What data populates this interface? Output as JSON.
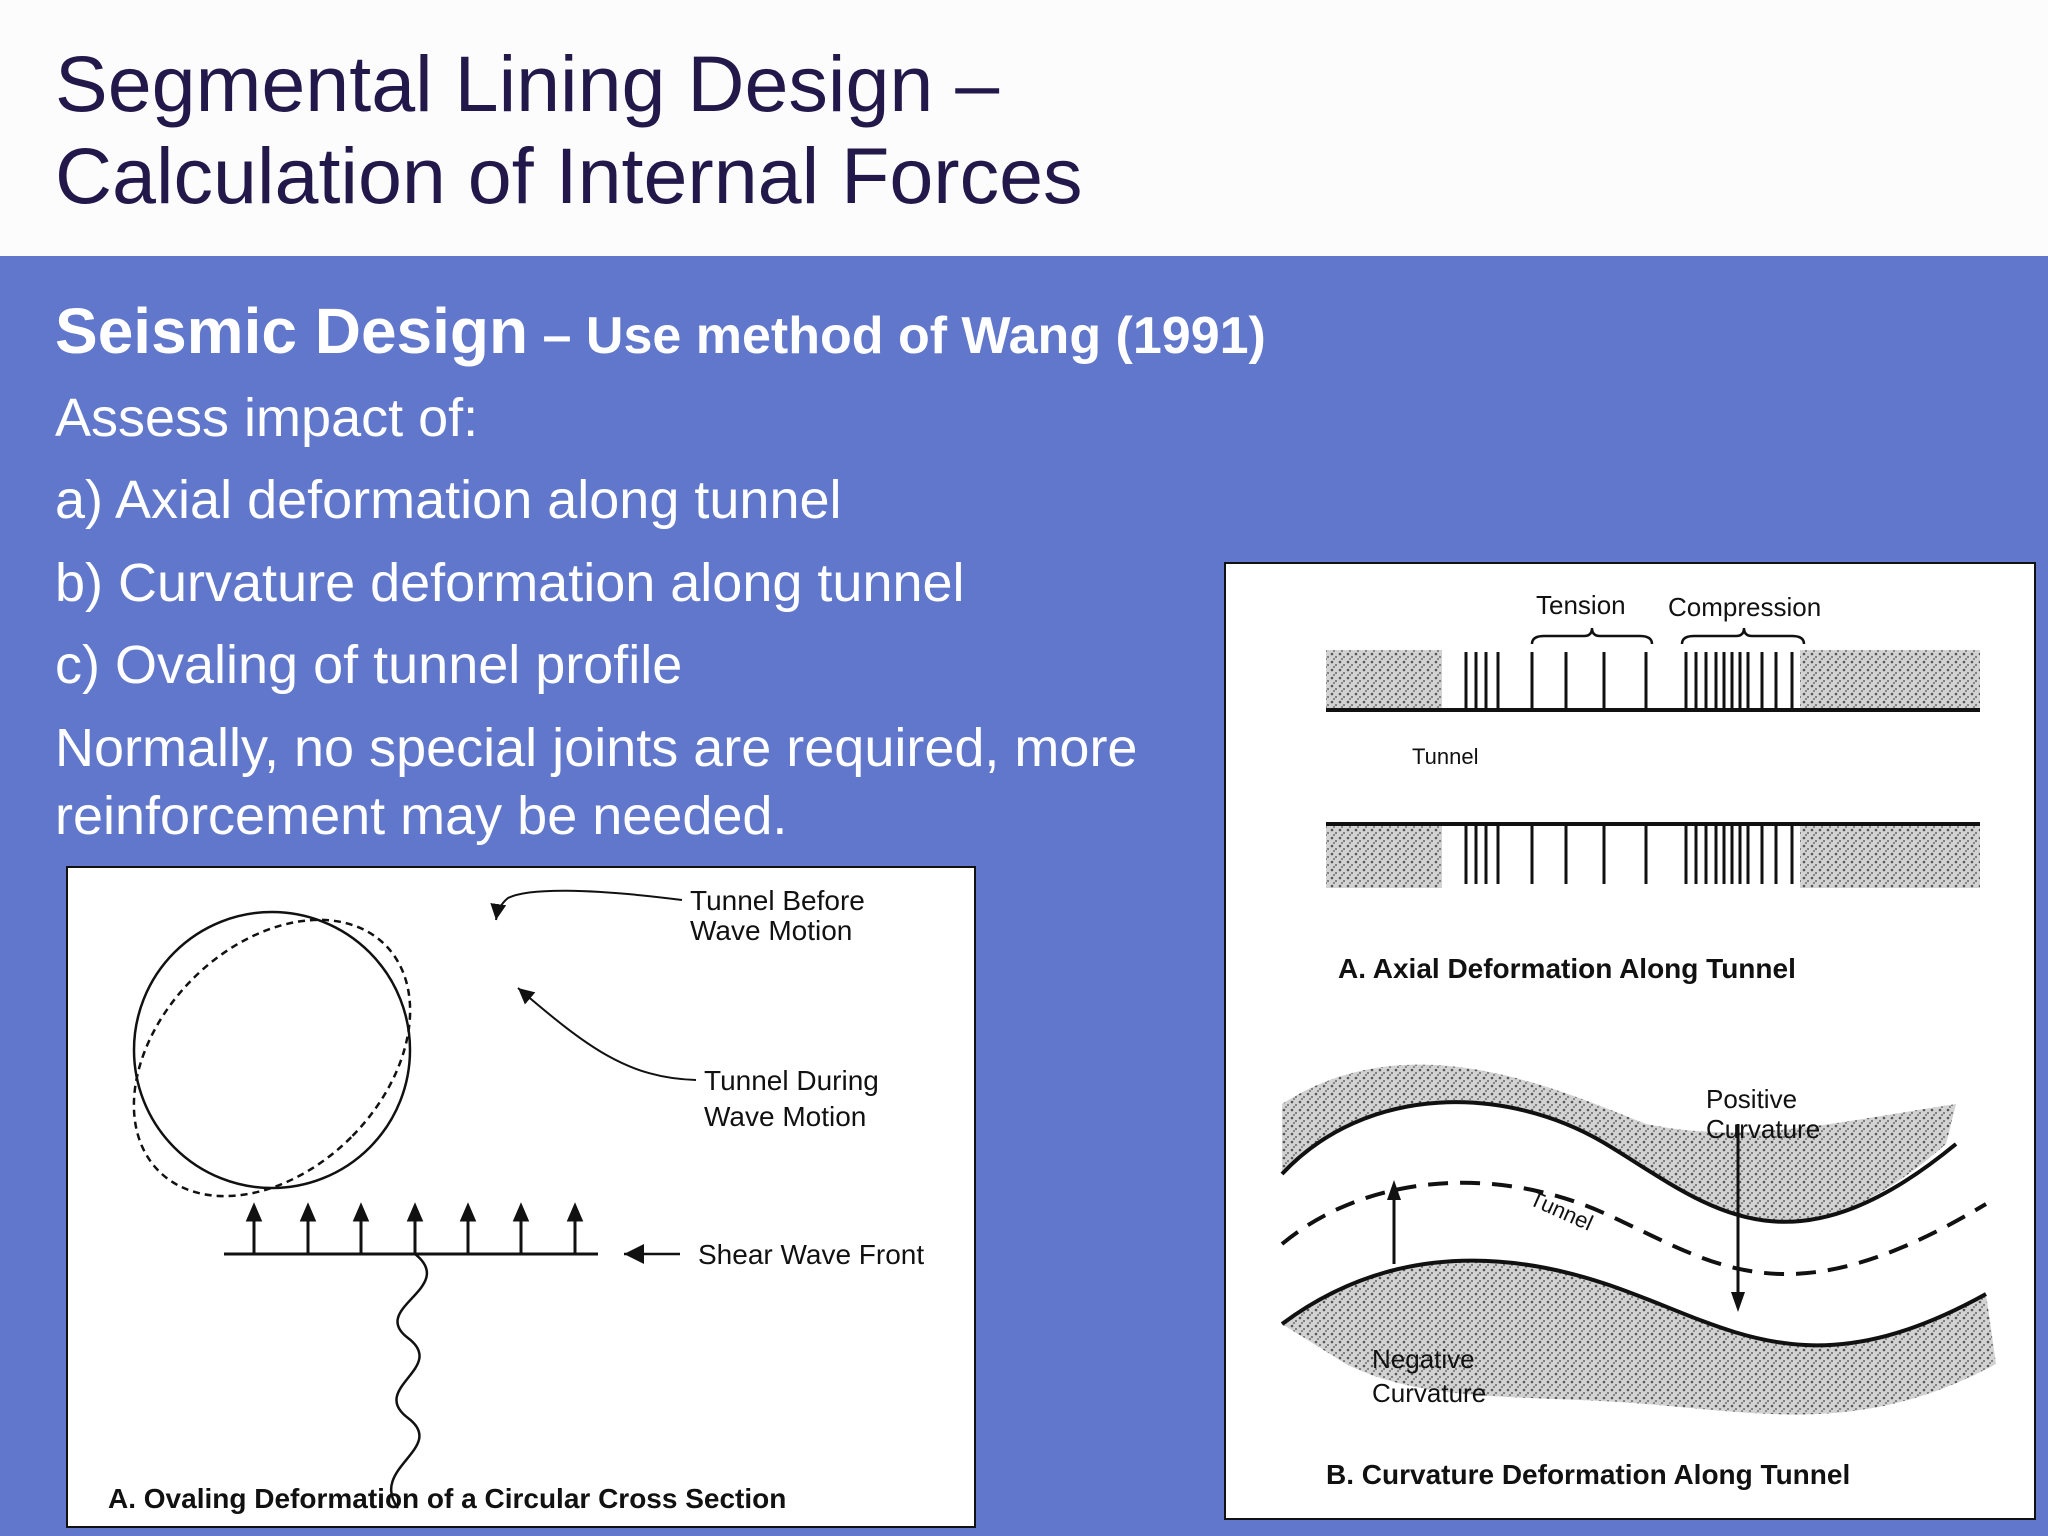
{
  "title": {
    "line1": "Segmental Lining Design –",
    "line2": "Calculation of Internal Forces"
  },
  "subheading": {
    "main": "Seismic Design",
    "detail": " – Use method of Wang (1991)"
  },
  "body_lines": [
    "Assess impact of:",
    "a) Axial deformation along tunnel",
    "b) Curvature deformation along tunnel",
    "c) Ovaling of tunnel profile",
    "Normally, no special joints are required, more",
    "reinforcement may be needed."
  ],
  "figure_ovaling": {
    "label_before_1": "Tunnel Before",
    "label_before_2": "Wave Motion",
    "label_during_1": "Tunnel During",
    "label_during_2": "Wave Motion",
    "label_shear": "Shear Wave Front",
    "caption": "A. Ovaling Deformation of a Circular Cross Section"
  },
  "figure_axial": {
    "label_tension": "Tension",
    "label_compression": "Compression",
    "label_tunnel": "Tunnel",
    "caption": "A.  Axial Deformation Along Tunnel"
  },
  "figure_curvature": {
    "label_positive_1": "Positive",
    "label_positive_2": "Curvature",
    "label_tunnel": "Tunnel",
    "label_negative_1": "Negative",
    "label_negative_2": "Curvature",
    "caption": "B.  Curvature Deformation Along Tunnel"
  }
}
